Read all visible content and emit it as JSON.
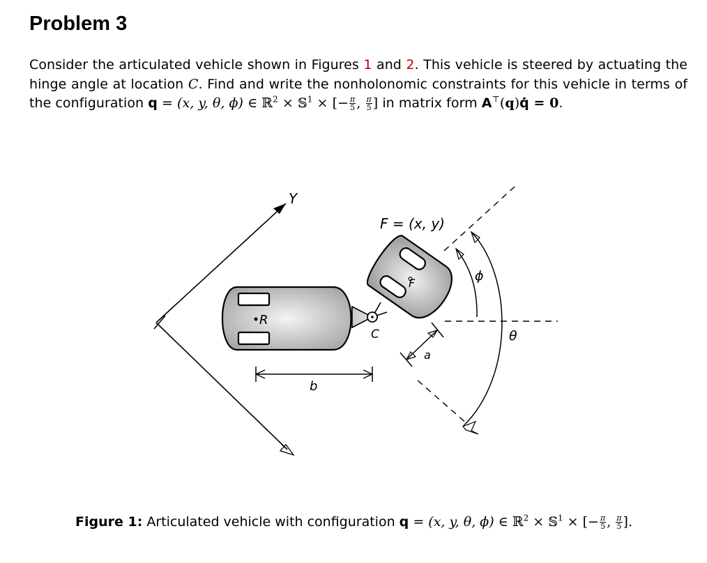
{
  "heading": "Problem 3",
  "paragraph": {
    "part1": "Consider the articulated vehicle shown in Figures ",
    "ref1": "1",
    "and": " and ",
    "ref2": "2",
    "part2": ". This vehicle is steered by actuating the hinge angle at location ",
    "loc": "C",
    "part3": ". Find and write the nonholonomic constraints for this vehicle in terms of the configuration ",
    "q": "q",
    "eq": " = ",
    "tuple": "(x, y, θ, ϕ)",
    "member": " ∈ ℝ",
    "sq": "2",
    "times1": " × 𝕊",
    "s1": "1",
    "times2": " × [−",
    "pi": "π",
    "five": "5",
    "comma": ", ",
    "close": "]",
    "part4": " in matrix form ",
    "A": "A",
    "T": "⊤",
    "qarg": "(q)",
    "qdot": "q̇",
    "zero": " = 0",
    "end": "."
  },
  "figure": {
    "labels": {
      "Y": "Y",
      "F_eq": "F = (x, y)",
      "F": "F",
      "R": "R",
      "C": "C",
      "phi": "ϕ",
      "theta": "θ",
      "a": "a",
      "b": "b"
    }
  },
  "caption": {
    "label": "Figure 1:",
    "text": " Articulated vehicle with configuration ",
    "q": "q",
    "eq": " = ",
    "tuple": "(x, y, θ, ϕ)",
    "member": " ∈ ℝ",
    "sq": "2",
    "times1": " × 𝕊",
    "s1": "1",
    "times2": " × [−",
    "pi": "π",
    "five": "5",
    "comma": ", ",
    "close": "]."
  }
}
